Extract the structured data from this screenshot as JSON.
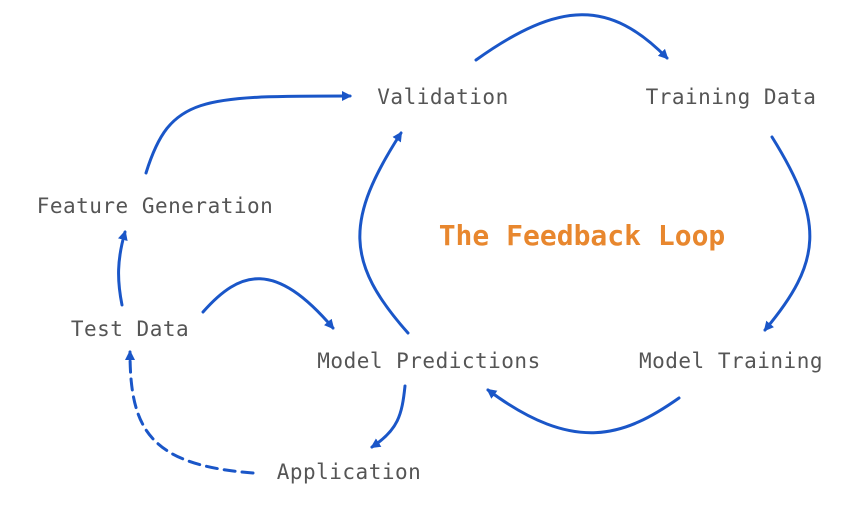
{
  "title": "The Feedback Loop",
  "colors": {
    "title": "#E8872E",
    "label": "#555555",
    "arrow": "#1A56C8",
    "background": "#FFFFFF"
  },
  "nodes": {
    "validation": "Validation",
    "training_data": "Training Data",
    "feature_generation": "Feature Generation",
    "test_data": "Test Data",
    "model_predictions": "Model Predictions",
    "model_training": "Model Training",
    "application": "Application"
  },
  "edges": [
    {
      "from": "validation",
      "to": "training_data",
      "style": "solid"
    },
    {
      "from": "training_data",
      "to": "model_training",
      "style": "solid"
    },
    {
      "from": "model_training",
      "to": "model_predictions",
      "style": "solid"
    },
    {
      "from": "model_predictions",
      "to": "validation",
      "style": "solid"
    },
    {
      "from": "feature_generation",
      "to": "validation",
      "style": "solid"
    },
    {
      "from": "test_data",
      "to": "feature_generation",
      "style": "solid"
    },
    {
      "from": "test_data",
      "to": "model_predictions",
      "style": "solid"
    },
    {
      "from": "model_predictions",
      "to": "application",
      "style": "solid"
    },
    {
      "from": "application",
      "to": "test_data",
      "style": "dashed"
    }
  ]
}
